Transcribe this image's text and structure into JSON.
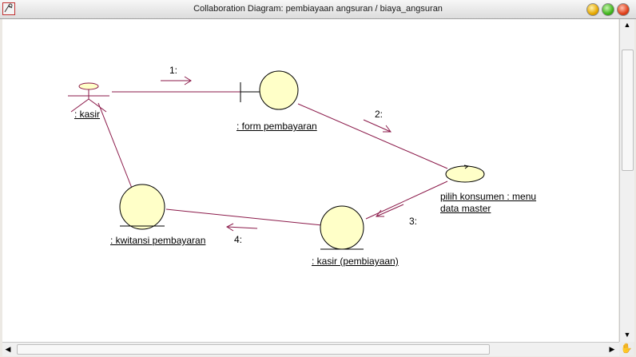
{
  "window": {
    "title": "Collaboration Diagram: pembiayaan angsuran / biaya_angsuran"
  },
  "diagram": {
    "objects": {
      "kasir_actor": ": kasir",
      "form": ": form  pembayaran",
      "menu_line1": "pilih konsumen : menu",
      "menu_line2": "data master",
      "kasir_pembiayaan": ": kasir (pembiayaan)",
      "kwitansi": ": kwitansi  pembayaran"
    },
    "messages": {
      "m1": "1:",
      "m2": "2:",
      "m3": "3:",
      "m4": "4:"
    }
  },
  "scrollbar": {
    "up_icon": "scroll-up-arrow",
    "down_icon": "scroll-down-arrow",
    "left_icon": "scroll-left-arrow",
    "right_icon": "scroll-right-arrow",
    "hand_icon": "hand-tool"
  },
  "colors": {
    "link": "#8b1a4a",
    "object_fill": "#ffffc8",
    "object_stroke": "#000000"
  }
}
